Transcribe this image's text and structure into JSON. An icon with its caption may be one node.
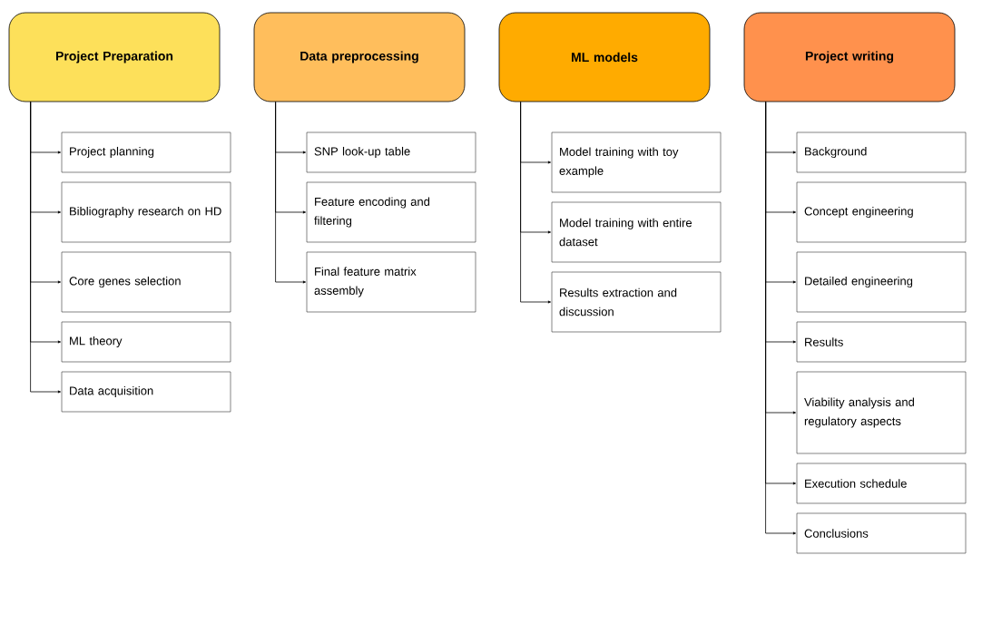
{
  "diagram": {
    "nodes": [
      {
        "text": [
          "Project Preparation"
        ]
      },
      {
        "text": [
          "Project planning"
        ]
      },
      {
        "text": [
          "Bibliography research on HD"
        ]
      },
      {
        "text": [
          "Core genes selection"
        ]
      },
      {
        "text": [
          "ML theory"
        ]
      },
      {
        "text": [
          "Data acquisition"
        ]
      },
      {
        "text": [
          "Data preprocessing"
        ]
      },
      {
        "text": [
          "SNP look-up table"
        ]
      },
      {
        "text": [
          "Feature encoding and filtering"
        ]
      },
      {
        "text": [
          "Final feature matrix assembly"
        ]
      },
      {
        "text": [
          "ML models"
        ]
      },
      {
        "text": [
          "Model training with toy example"
        ]
      },
      {
        "text": [
          "Model training with entire dataset"
        ]
      },
      {
        "text": [
          "Results extraction and discussion"
        ]
      },
      {
        "text": [
          "Project writing"
        ]
      },
      {
        "text": [
          "Background"
        ]
      },
      {
        "text": [
          "Concept engineering"
        ]
      },
      {
        "text": [
          "Detailed engineering"
        ]
      },
      {
        "text": [
          "Results"
        ]
      },
      {
        "text": [
          "Viability analysis and regulatory aspects"
        ]
      },
      {
        "text": [
          "Execution schedule"
        ]
      },
      {
        "text": [
          "Conclusions"
        ]
      }
    ],
    "edges": [
      {
        "from": 0,
        "to": 1,
        "arrow": "to"
      },
      {
        "from": 0,
        "to": 2,
        "arrow": "to"
      },
      {
        "from": 0,
        "to": 3,
        "arrow": "to"
      },
      {
        "from": 0,
        "to": 4,
        "arrow": "to"
      },
      {
        "from": 0,
        "to": 5,
        "arrow": "to"
      },
      {
        "from": 6,
        "to": 7,
        "arrow": "to"
      },
      {
        "from": 6,
        "to": 8,
        "arrow": "to"
      },
      {
        "from": 6,
        "to": 9,
        "arrow": "to"
      },
      {
        "from": 10,
        "to": 11,
        "arrow": "to"
      },
      {
        "from": 10,
        "to": 12,
        "arrow": "to"
      },
      {
        "from": 10,
        "to": 13,
        "arrow": "to"
      },
      {
        "from": 14,
        "to": 15,
        "arrow": "to"
      },
      {
        "from": 14,
        "to": 16,
        "arrow": "to"
      },
      {
        "from": 14,
        "to": 17,
        "arrow": "to"
      },
      {
        "from": 14,
        "to": 18,
        "arrow": "to"
      },
      {
        "from": 14,
        "to": 19,
        "arrow": "to"
      },
      {
        "from": 14,
        "to": 20,
        "arrow": "to"
      },
      {
        "from": 14,
        "to": 21,
        "arrow": "to"
      }
    ]
  }
}
